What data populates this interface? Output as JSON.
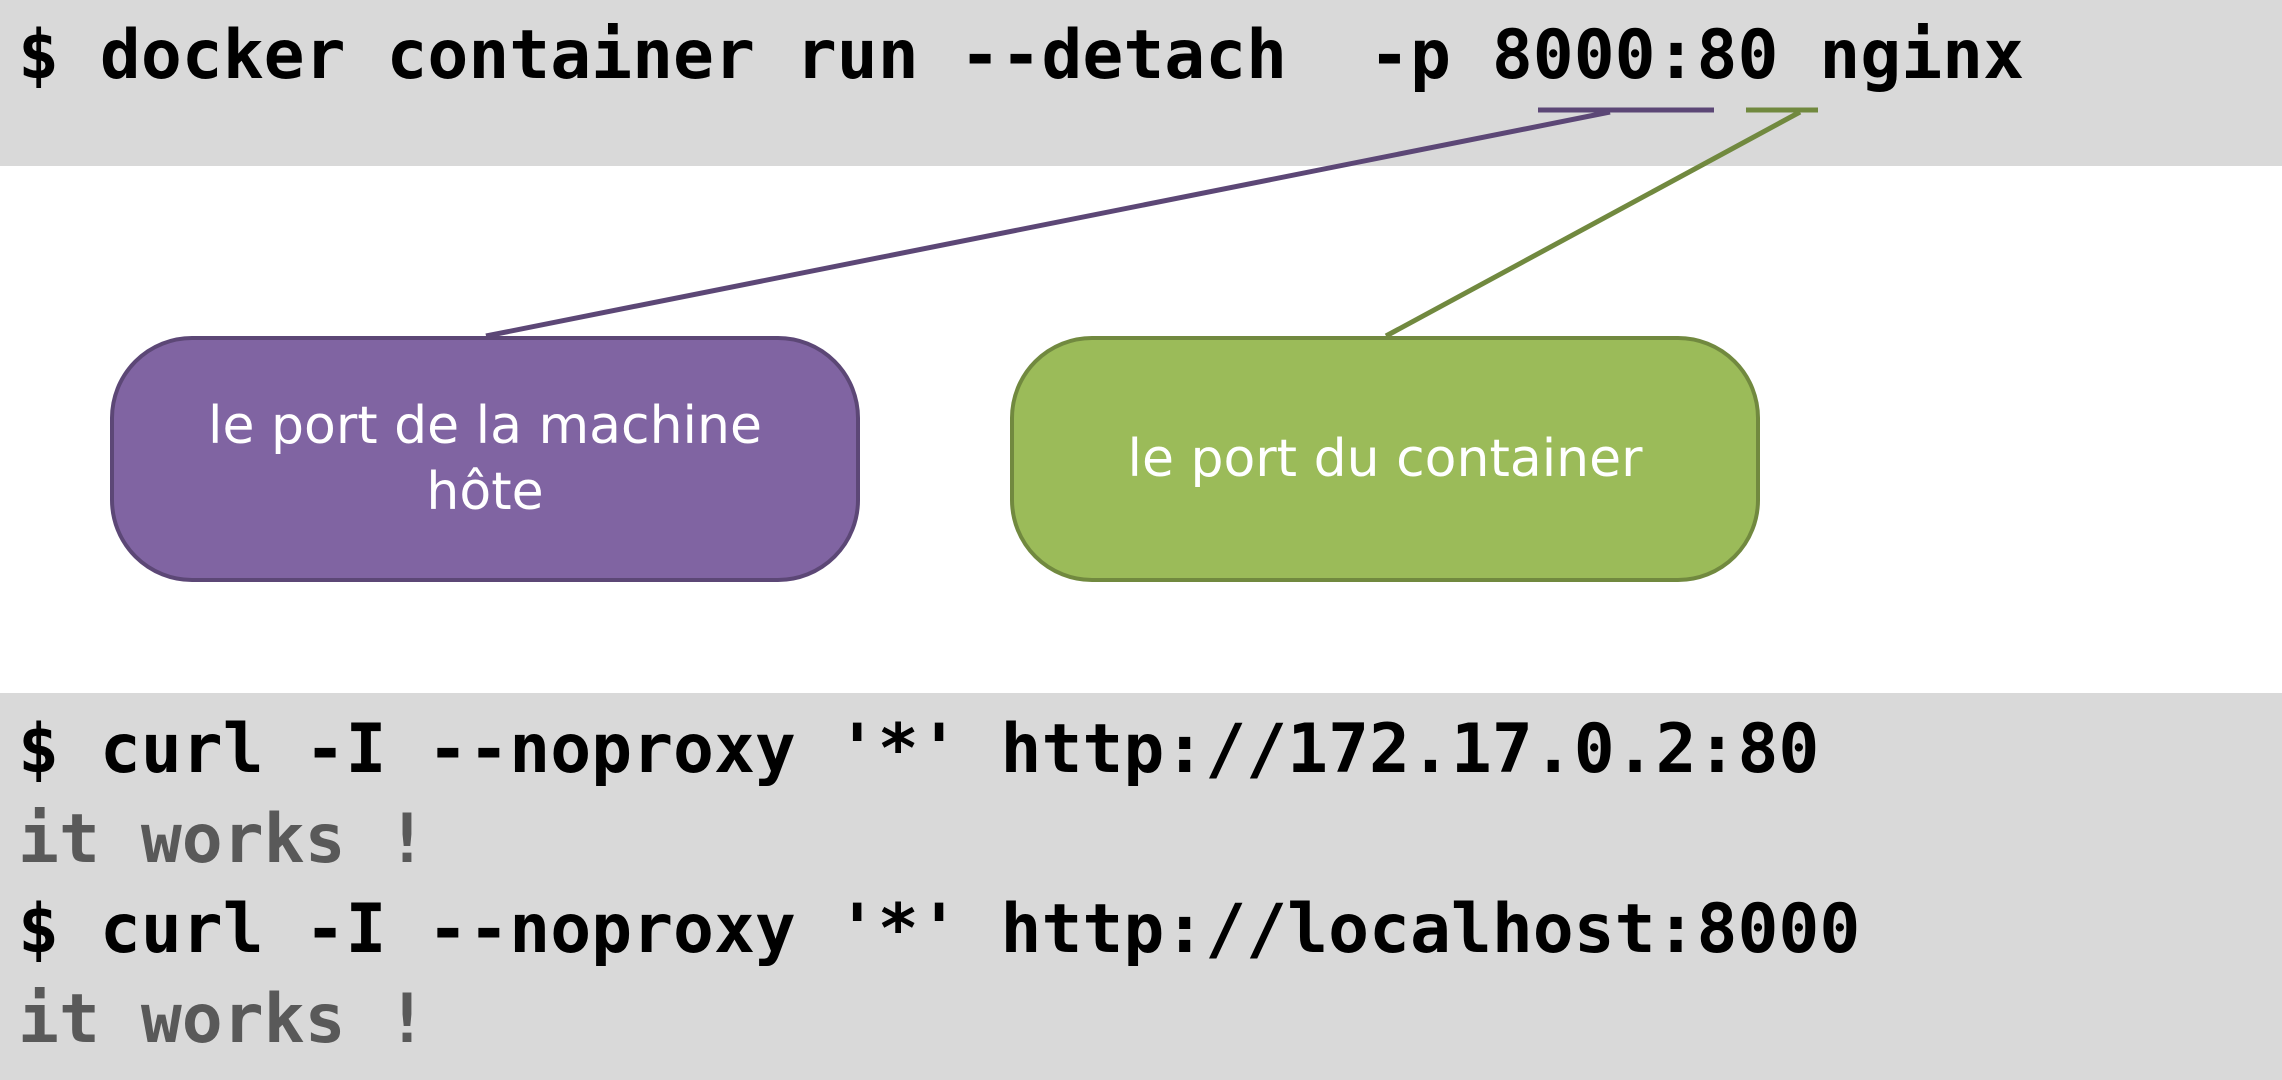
{
  "top_command": {
    "text": "$ docker container run --detach  -p 8000:80 nginx"
  },
  "callouts": {
    "host_port_label": "le port de la machine hôte",
    "container_port_label": "le port du container"
  },
  "colors": {
    "code_background": "#d9d9d9",
    "command_text": "#000000",
    "output_text": "#595959",
    "host_port": "#8064a2",
    "host_port_border": "#5c4776",
    "container_port": "#9bbb59",
    "container_port_border": "#71893f"
  },
  "terminal": {
    "lines": [
      {
        "text": "$ curl -I --noproxy '*' http://172.17.0.2:80",
        "kind": "command"
      },
      {
        "text": "it works !",
        "kind": "output"
      },
      {
        "text": "$ curl -I --noproxy '*' http://localhost:8000",
        "kind": "command"
      },
      {
        "text": "it works !",
        "kind": "output"
      }
    ]
  }
}
